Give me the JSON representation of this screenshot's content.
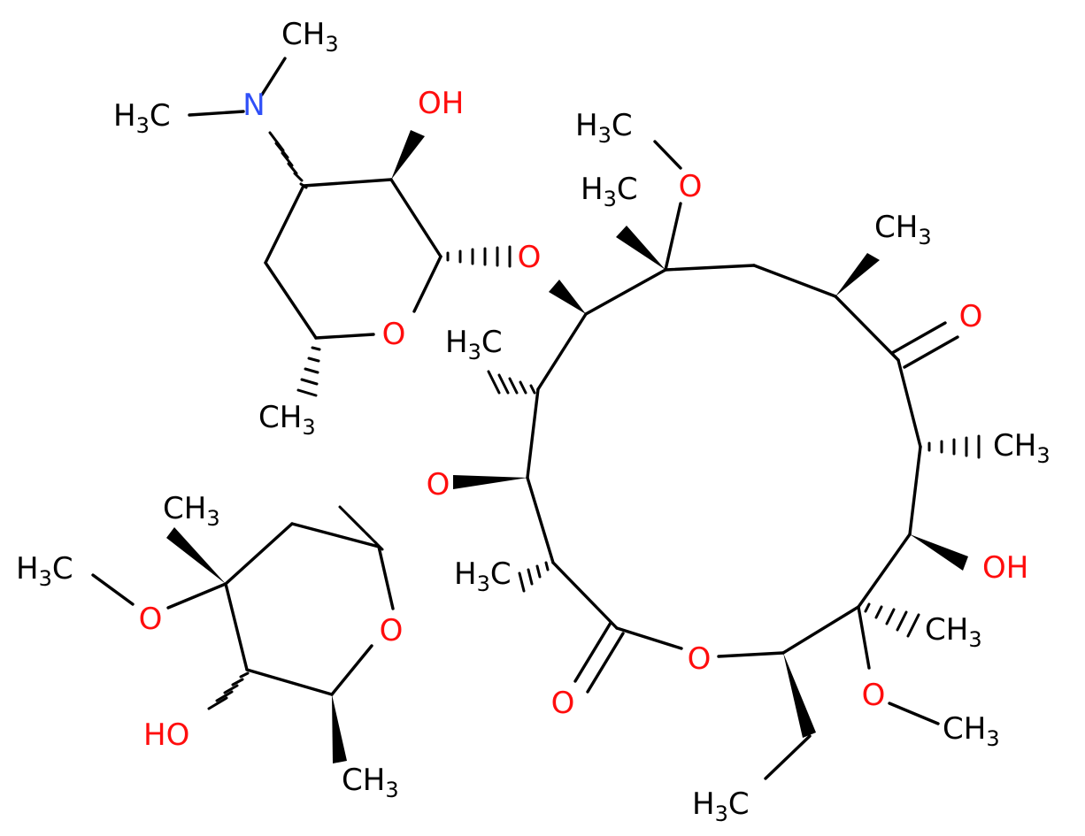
{
  "colors": {
    "bond": "#000000",
    "carbon": "#000000",
    "oxygen": "#ff0d0d",
    "nitrogen": "#3050f8"
  },
  "labels": {
    "nme2": "N",
    "nme2_methyl_top": "CH3",
    "nme2_methyl_left": "H3C",
    "sugar1_oh": "OH",
    "sugar1_glycosidic_o": "O",
    "sugar1_ring_o": "O",
    "sugar1_methyl": "CH3",
    "c6_ome_methyl": "H3C",
    "c6_ome_o": "O",
    "c6_methyl": "H3C",
    "c4_methyl": "CH3",
    "c9_ketone_o": "O",
    "c10_methyl": "CH3",
    "c11_oh": "OH",
    "c12_methyl": "CH3",
    "c12_ome_o": "O",
    "c12_ome_methyl": "CH3",
    "ethyl_methyl": "H3C",
    "lactone_ring_o": "O",
    "lactone_carbonyl_o": "O",
    "c2_methyl": "H3C",
    "c4b_methyl": "H3C",
    "sugar2_glycosidic_o": "O",
    "sugar2_c3_methyl": "CH3",
    "sugar2_ome_methyl": "H3C",
    "sugar2_ome_o": "O",
    "sugar2_ring_o": "O",
    "sugar2_oh": "HO",
    "sugar2_methyl": "CH3"
  }
}
